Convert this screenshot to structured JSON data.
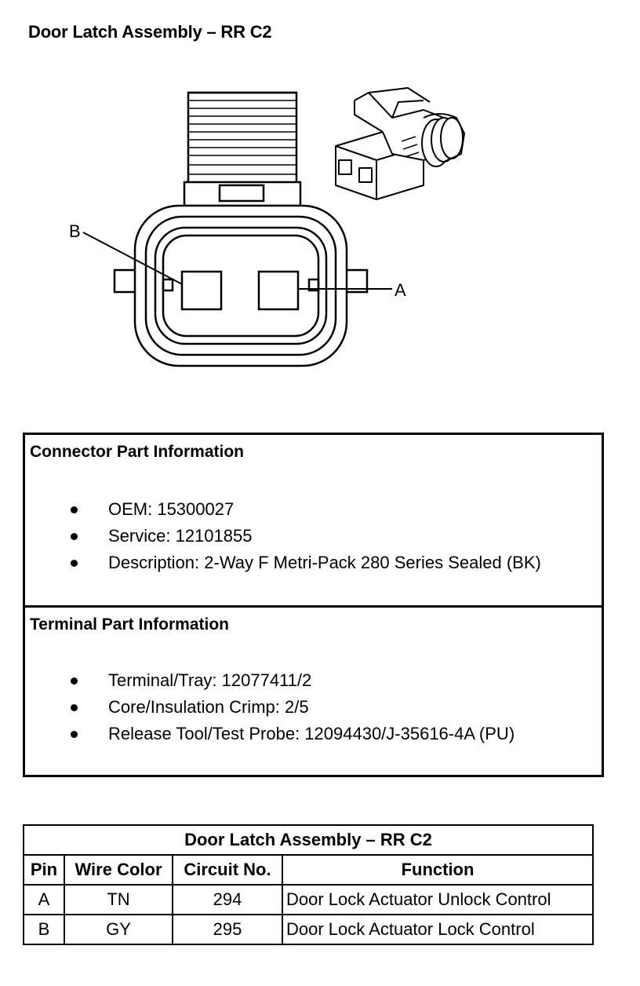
{
  "page_title": "Door Latch Assembly – RR C2",
  "diagram": {
    "label_a": "A",
    "label_b": "B"
  },
  "connector_info": {
    "heading": "Connector Part Information",
    "items": [
      "OEM: 15300027",
      "Service: 12101855",
      "Description: 2-Way F Metri-Pack 280 Series Sealed (BK)"
    ]
  },
  "terminal_info": {
    "heading": "Terminal Part Information",
    "items": [
      "Terminal/Tray: 12077411/2",
      "Core/Insulation Crimp: 2/5",
      "Release Tool/Test Probe: 12094430/J-35616-4A (PU)"
    ]
  },
  "pin_table": {
    "title": "Door Latch Assembly – RR C2",
    "headers": [
      "Pin",
      "Wire Color",
      "Circuit No.",
      "Function"
    ],
    "rows": [
      [
        "A",
        "TN",
        "294",
        "Door Lock Actuator Unlock Control"
      ],
      [
        "B",
        "GY",
        "295",
        "Door Lock Actuator Lock Control"
      ]
    ]
  }
}
